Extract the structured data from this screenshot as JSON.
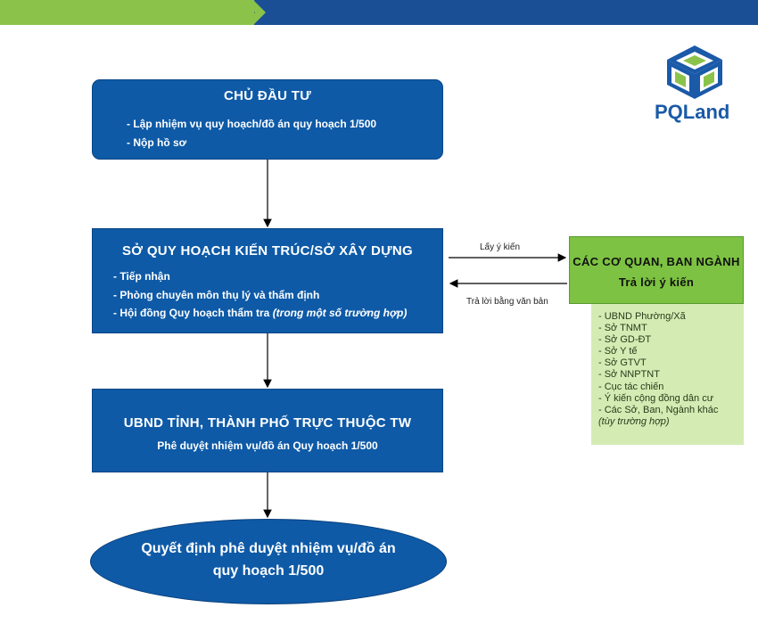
{
  "logo": {
    "text": "PQLand",
    "icon": "pqland-cube-logo-icon"
  },
  "box1": {
    "title": "CHỦ ĐẦU TƯ",
    "items": [
      "- Lập nhiệm vụ quy hoạch/đồ án quy hoạch 1/500",
      "- Nộp hồ sơ"
    ]
  },
  "box2": {
    "title": "SỞ QUY HOẠCH KIẾN TRÚC/SỞ XÂY DỰNG",
    "items": [
      "- Tiếp nhận",
      "- Phòng chuyên môn thụ lý và thẩm định",
      "- Hội đồng Quy hoạch thẩm tra"
    ],
    "item3_note": "(trong một số trường hợp)"
  },
  "box3": {
    "title": "UBND TỈNH, THÀNH PHỐ TRỰC THUỘC TW",
    "subtitle": "Phê duyệt nhiệm vụ/đồ án Quy hoạch 1/500"
  },
  "oval": {
    "line1": "Quyết định phê duyệt nhiệm vụ/đồ án",
    "line2": "quy hoạch 1/500"
  },
  "side": {
    "title": "CÁC CƠ QUAN, BAN NGÀNH",
    "subtitle": "Trả lời ý kiến",
    "list": [
      "- UBND Phường/Xã",
      "- Sở TNMT",
      "- Sở GD-ĐT",
      "- Sở Y tế",
      "- Sở GTVT",
      "- Sở NNPTNT",
      "- Cục tác chiến",
      "- Ý kiến cộng đồng dân cư",
      "- Các Sở, Ban, Ngành khác"
    ],
    "note": "(tùy trường hợp)"
  },
  "arrows": {
    "request_label": "Lấy ý kiến",
    "reply_label": "Trả lời bằng văn bản"
  },
  "colors": {
    "primary_blue": "#0e5aa7",
    "green": "#7dc242",
    "light_green": "#d4ecb4",
    "top_blue": "#1a4f96",
    "top_green": "#8bc34a"
  }
}
